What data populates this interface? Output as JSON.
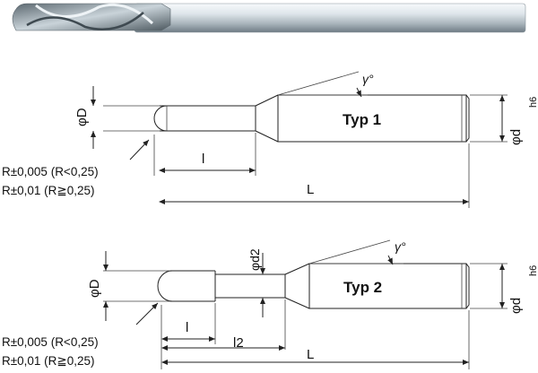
{
  "type1": {
    "label": "Typ 1",
    "dim_D": "φD",
    "dim_d": "φd",
    "tol_d": "h6",
    "angle": "γ°",
    "len_l": "l",
    "len_L": "L",
    "radius_note_1": "R±0,005 (R<0,25)",
    "radius_note_2": "R±0,01  (R≧0,25)"
  },
  "type2": {
    "label": "Typ 2",
    "dim_D": "φD",
    "dim_d": "φd",
    "dim_d2": "φd2",
    "tol_d": "h6",
    "angle": "γ°",
    "len_l": "l",
    "len_l2": "l2",
    "len_L": "L",
    "radius_note_1": "R±0,005 (R<0,25)",
    "radius_note_2": "R±0,01  (R≧0,25)"
  },
  "colors": {
    "line": "#222222",
    "metal_light": "#e8eef2",
    "metal_dark": "#7f8c95"
  }
}
